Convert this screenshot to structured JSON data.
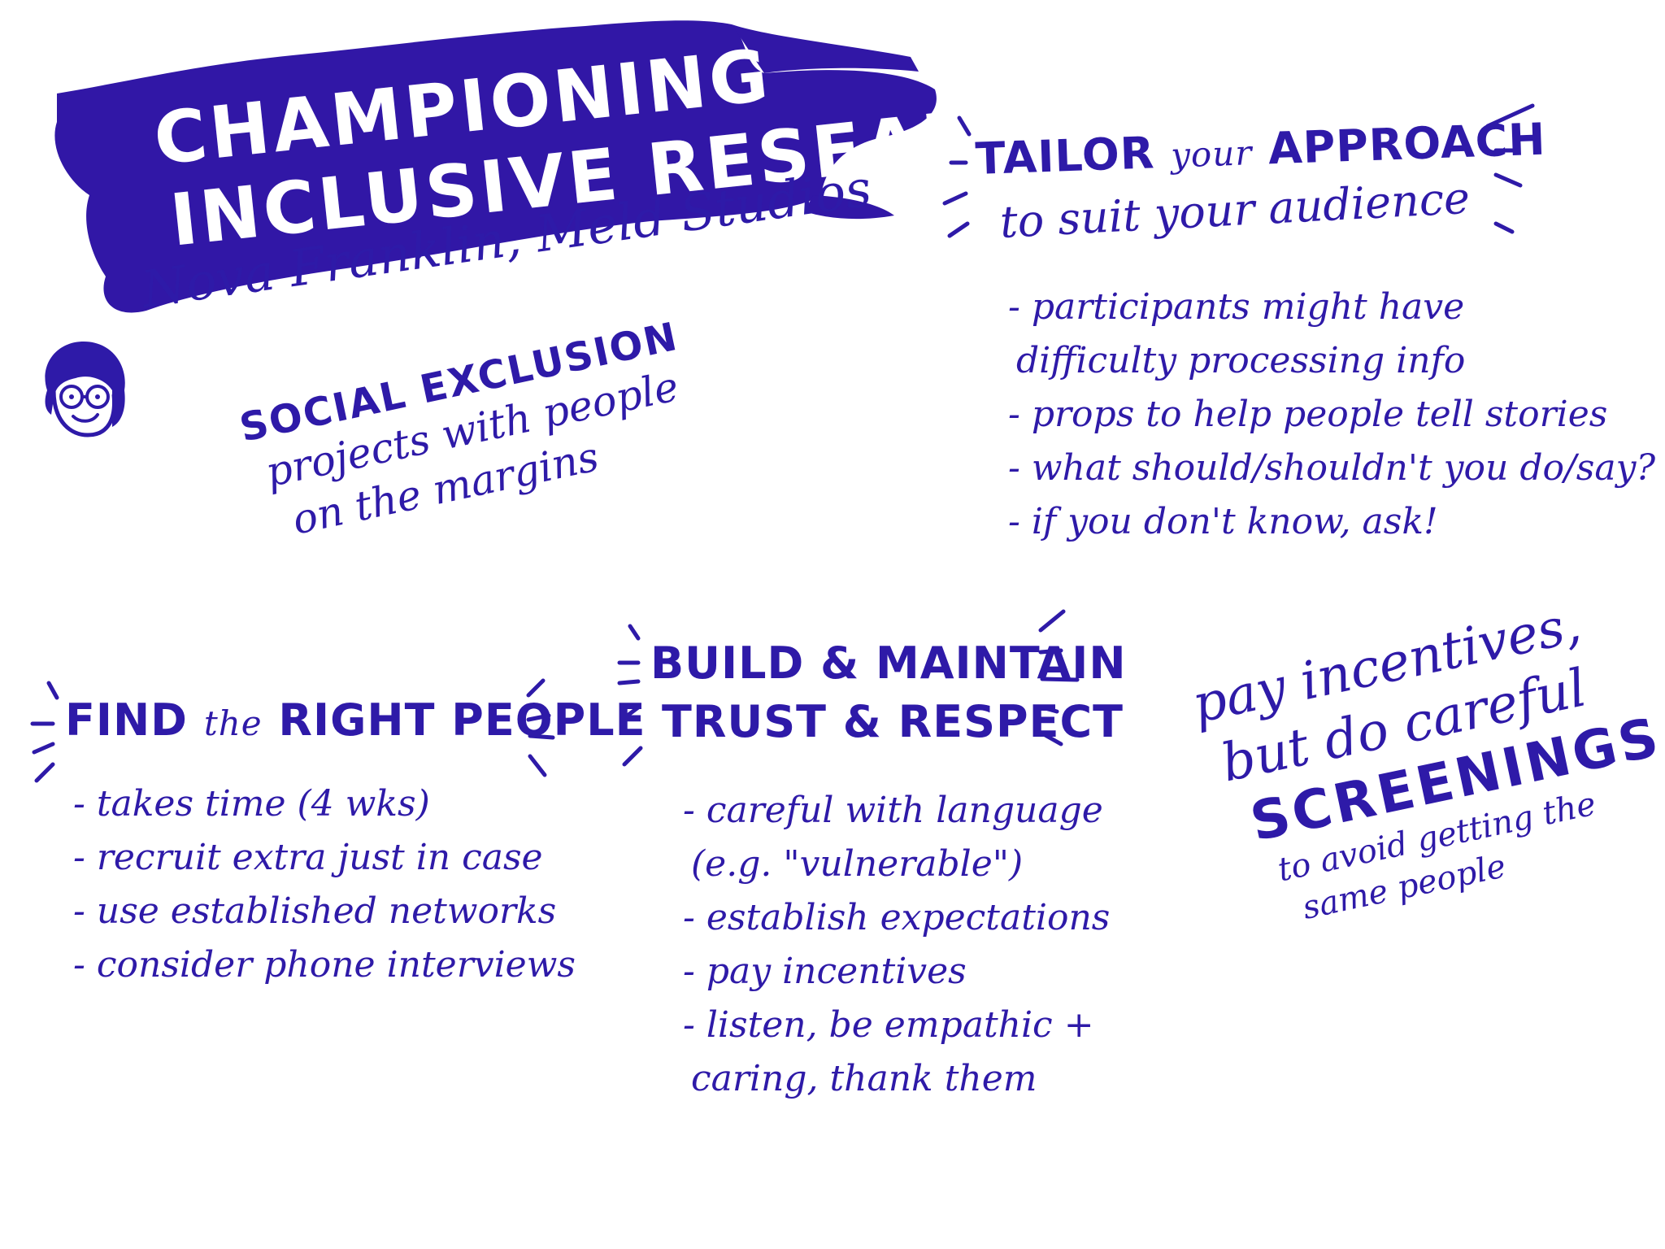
{
  "colors": {
    "ink": "#2e1aa8",
    "banner": "#3117a6",
    "background": "#ffffff"
  },
  "title": {
    "line1": "CHAMPIONING",
    "line2": "INCLUSIVE RESEARCH"
  },
  "speaker": "Nova Franklin, Meld Studios",
  "avatar_icon": "person-with-glasses-icon",
  "social": {
    "heading": "SOCIAL EXCLUSION",
    "lines": [
      "projects with people",
      "on the margins"
    ]
  },
  "tailor": {
    "heading_a": "TAILOR",
    "heading_b": "your",
    "heading_c": "APPROACH",
    "sub": "to suit your audience",
    "bullets": [
      "participants might have",
      "difficulty processing info",
      "props to help people tell stories",
      "what should/shouldn't you do/say?",
      "if you don't know, ask!"
    ]
  },
  "find": {
    "heading_a": "FIND",
    "heading_b": "the",
    "heading_c": "RIGHT PEOPLE",
    "bullets": [
      "takes time (4 wks)",
      "recruit extra just in case",
      "use established networks",
      "consider phone interviews"
    ]
  },
  "build": {
    "heading_line1": "BUILD & MAINTAIN",
    "heading_line2": "TRUST & RESPECT",
    "bullets": [
      "careful with language",
      "(e.g. \"vulnerable\")",
      "establish expectations",
      "pay incentives",
      "listen, be empathic +",
      "caring, thank them"
    ]
  },
  "pay": {
    "line1": "pay incentives,",
    "line2": "but do careful",
    "line3": "SCREENINGS",
    "line4": "to avoid getting the",
    "line5": "same people"
  }
}
